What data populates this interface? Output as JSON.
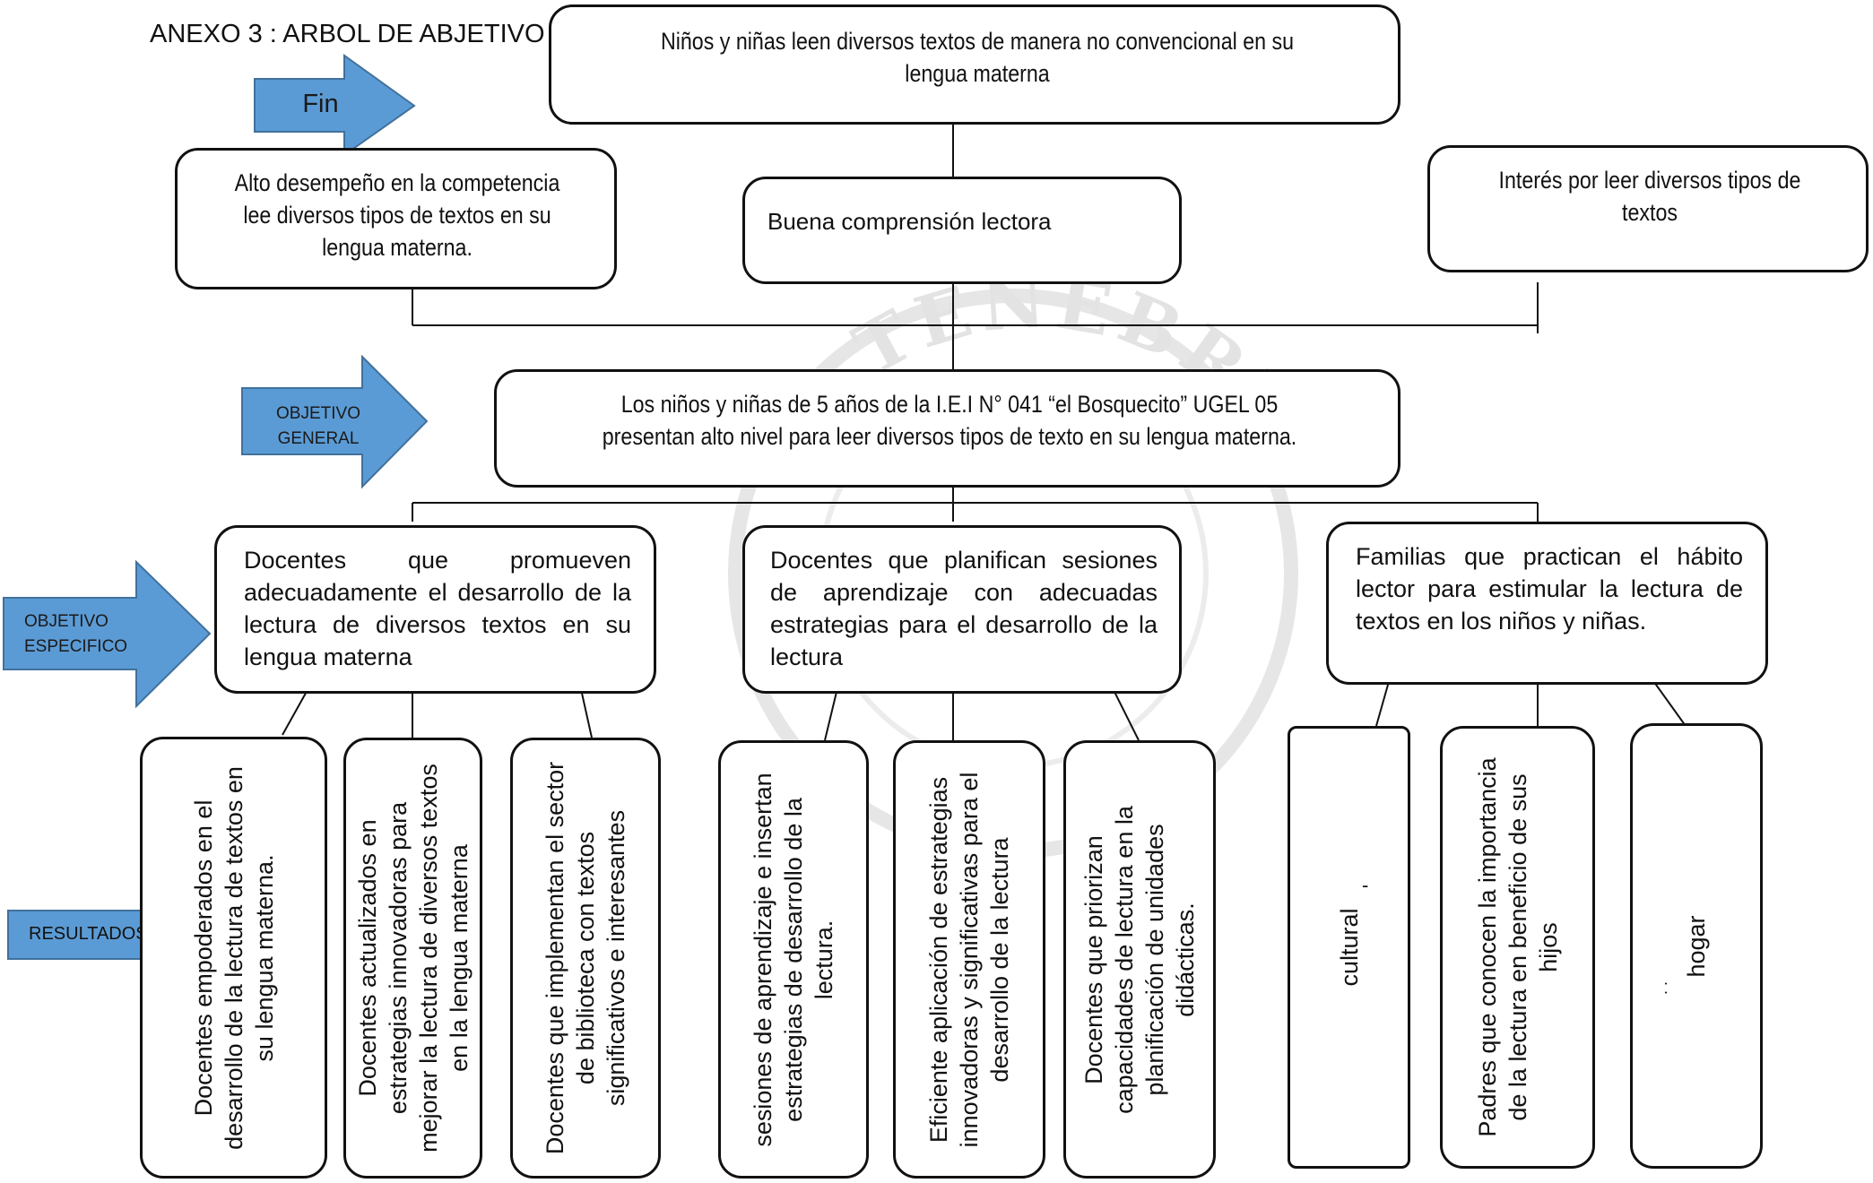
{
  "title": "ANEXO 3 : ARBOL DE ABJETIVO",
  "watermark": "IN TENEBRIS LUX",
  "colors": {
    "arrow_fill": "#5b9bd5",
    "arrow_stroke": "#41719c",
    "border": "#111111"
  },
  "arrows": {
    "fin": "Fin",
    "objetivo_general": [
      "OBJETIVO",
      "GENERAL"
    ],
    "objetivo_especifico": [
      "OBJETIVO",
      "ESPECIFICO"
    ],
    "resultados": "RESULTADOS"
  },
  "fin_box": "Niños y niñas leen diversos textos de manera no convencional en su lengua materna",
  "effects": {
    "left": "Alto desempeño en la competencia lee diversos tipos de textos en su lengua materna.",
    "center": "Buena comprensión lectora",
    "right": "Interés por leer diversos tipos de textos"
  },
  "general_objective": "Los niños y niñas de 5 años de la I.E.I N° 041 “el Bosquecito” UGEL 05 presentan alto nivel para leer diversos tipos de texto en su lengua materna.",
  "specific_objectives": [
    "Docentes que promueven adecuadamente el desarrollo de la lectura de diversos textos en su lengua materna",
    "Docentes que planifican sesiones de aprendizaje con adecuadas estrategias para el desarrollo de la lectura",
    "Familias que practican el hábito lector para estimular la lectura de textos en los niños y niñas."
  ],
  "results": [
    "Docentes empoderados en el desarrollo de la lectura de textos en su lengua materna.",
    "Docentes actualizados en estrategias innovadoras para mejorar la lectura de diversos textos en la lengua materna",
    "Docentes que implementan el sector de biblioteca con textos significativos e interesantes",
    "sesiones de aprendizaje e insertan estrategias de desarrollo de la lectura.",
    "Eficiente aplicación de estrategias innovadoras y significativas para el desarrollo de la lectura",
    "Docentes que priorizan capacidades de lectura en la planificación de unidades didácticas.",
    "cultural",
    "Padres que conocen la importancia de la lectura en beneficio de sus hijos",
    "hogar"
  ],
  "result_marks": {
    "cultural": "-",
    "hogar": ". ."
  }
}
